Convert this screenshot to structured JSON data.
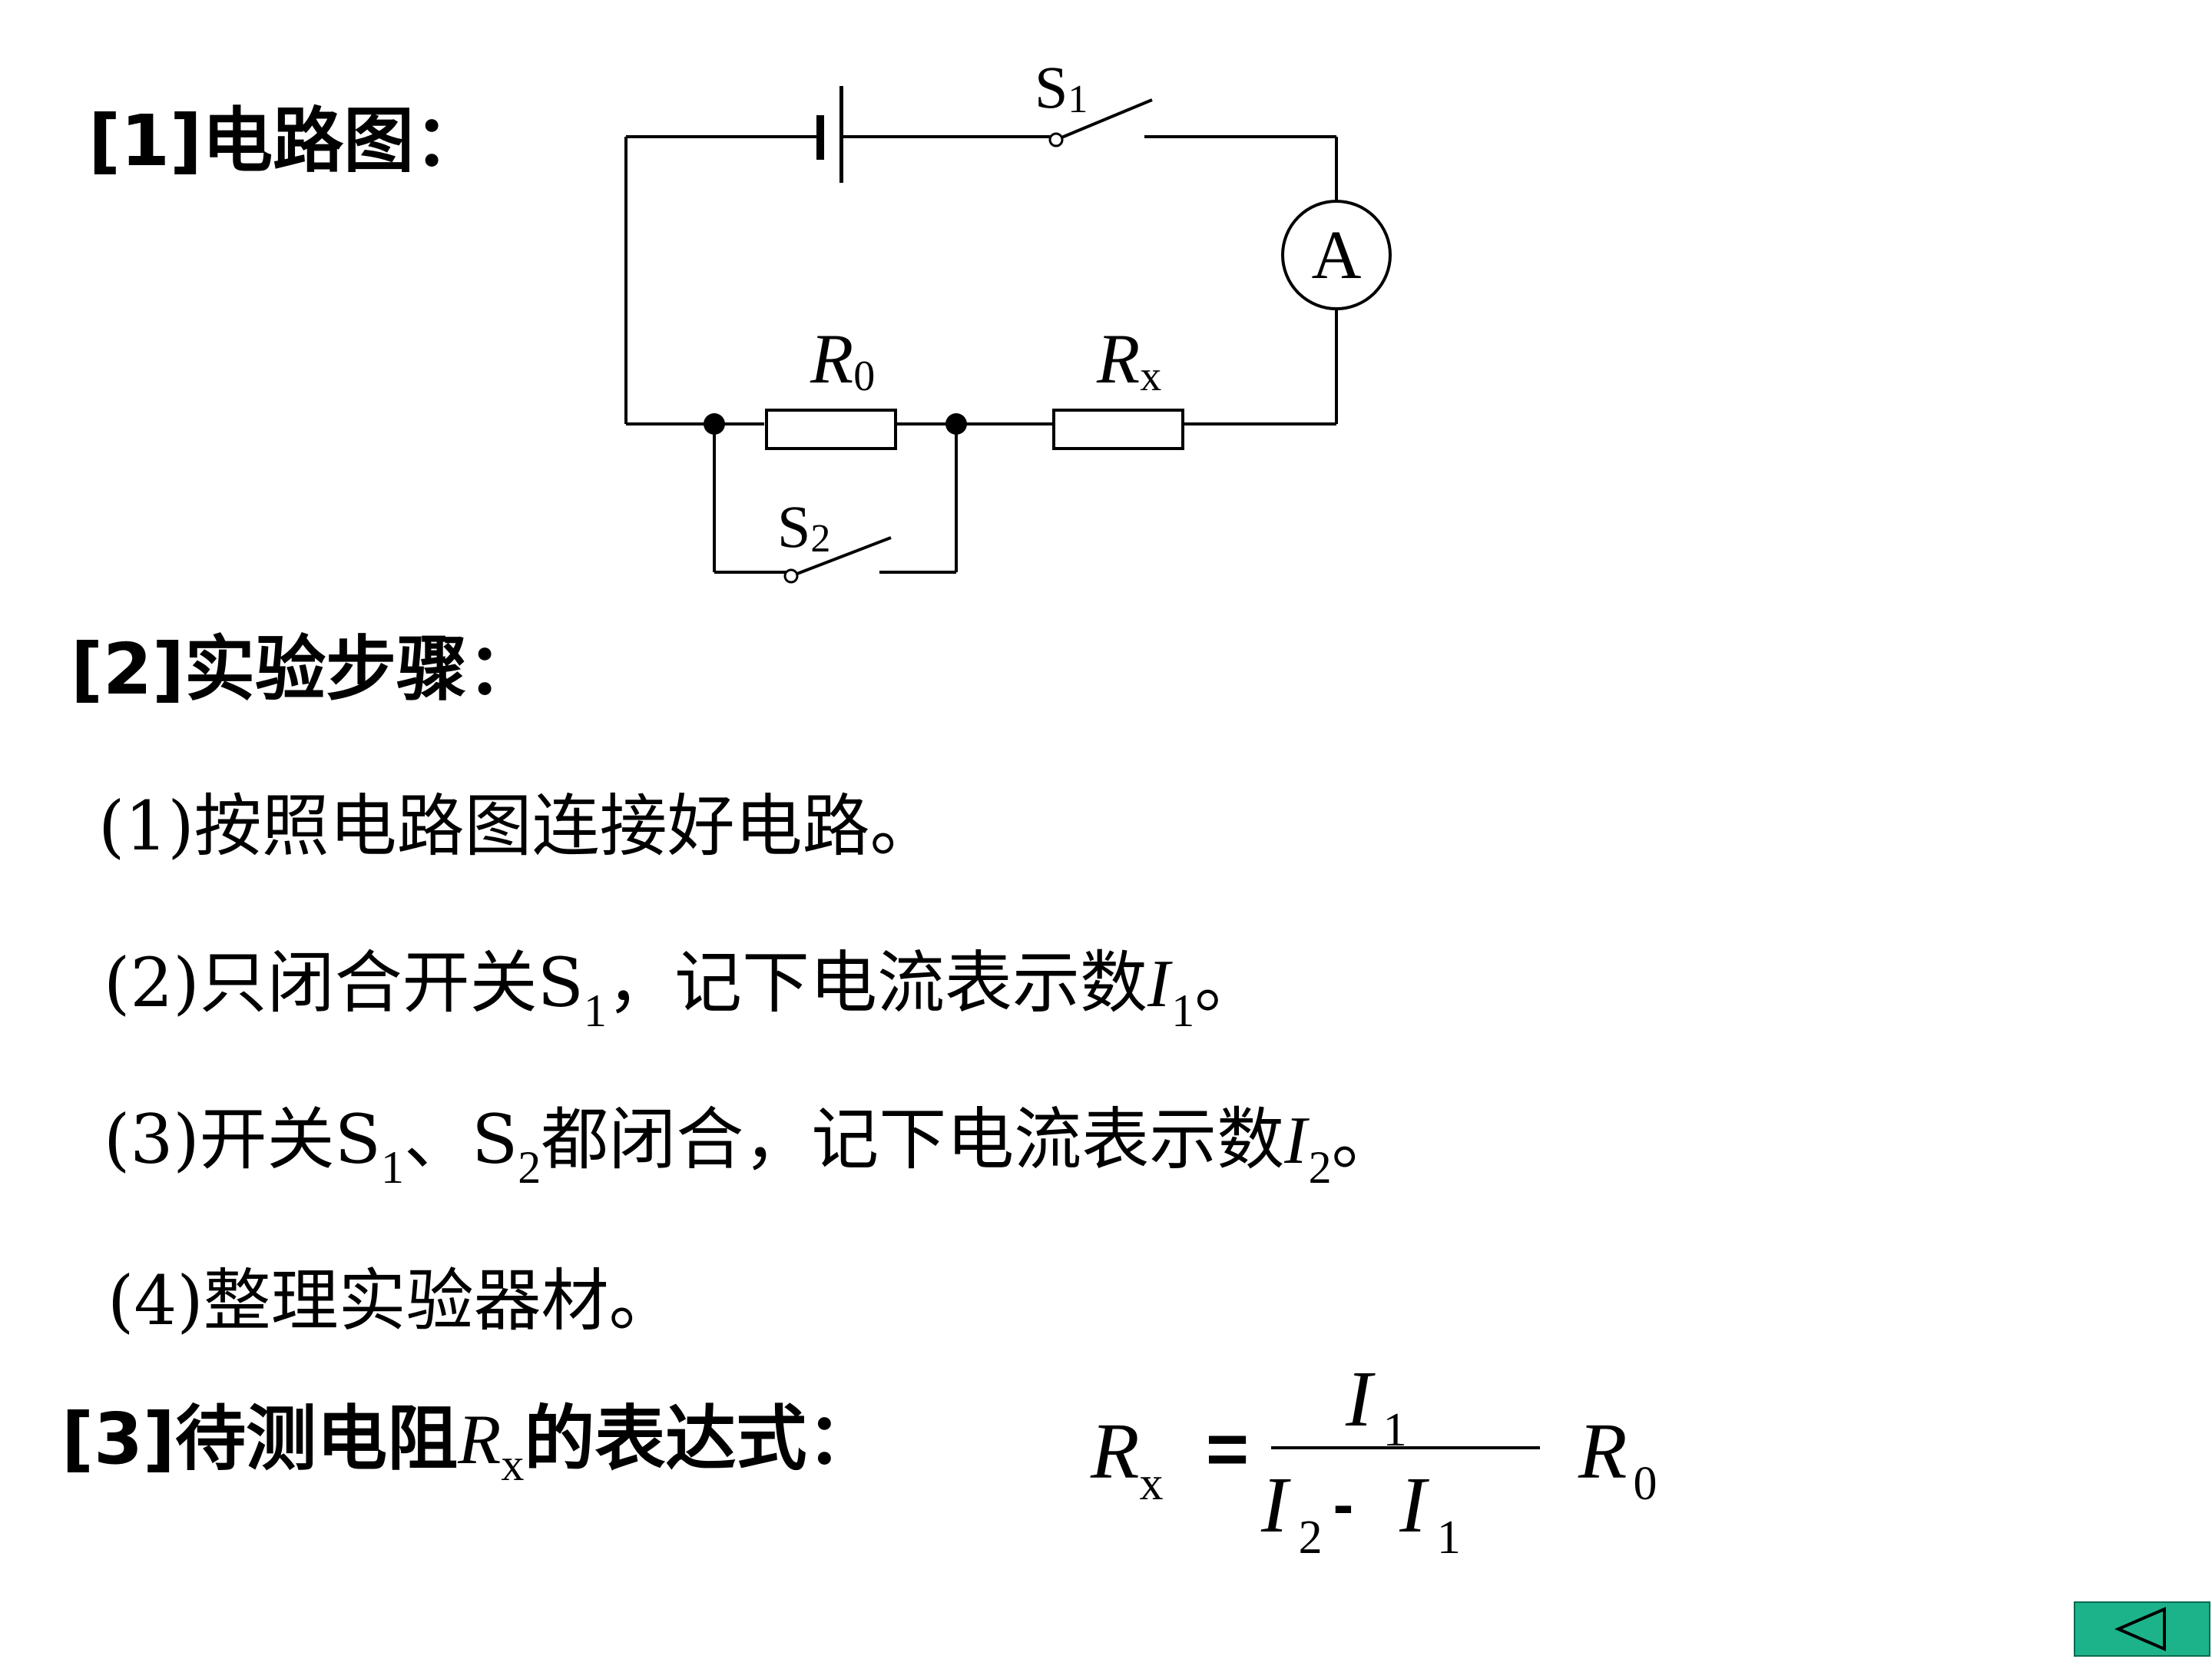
{
  "section1": {
    "label": "[1]电路图："
  },
  "circuit": {
    "switch1_label": "S",
    "switch1_sub": "1",
    "switch2_label": "S",
    "switch2_sub": "2",
    "ammeter_label": "A",
    "r0_label": "R",
    "r0_sub": "0",
    "rx_label": "R",
    "rx_sub": "x"
  },
  "section2": {
    "label": "[2]实验步骤："
  },
  "steps": {
    "s1": {
      "num": "(1)",
      "text": "按照电路图连接好电路。"
    },
    "s2": {
      "num": "(2)",
      "text_a": "只闭合开关S",
      "sub_a": "1",
      "text_b": "，记下电流表示数",
      "var": "I",
      "var_sub": "1",
      "end": "。"
    },
    "s3": {
      "num": "(3)",
      "text_a": "开关S",
      "sub_a": "1",
      "text_b": "、S",
      "sub_b": "2",
      "text_c": "都闭合，记下电流表示数",
      "var": "I",
      "var_sub": "2",
      "end": "。"
    },
    "s4": {
      "num": "(4)",
      "text": "整理实验器材。"
    }
  },
  "section3": {
    "label_a": "[3]待测电阻",
    "var": "R",
    "var_sub": "x",
    "label_b": "的表达式："
  },
  "formula": {
    "lhs": "R",
    "lhs_sub": "x",
    "equals": "=",
    "num_var": "I",
    "num_sub": "1",
    "den_var1": "I",
    "den_sub1": "2",
    "den_minus": "-",
    "den_var2": "I",
    "den_sub2": "1",
    "rhs": "R",
    "rhs_sub": "0"
  },
  "nav": {
    "back_icon": "triangle-left-icon",
    "color": "#1db38a"
  }
}
